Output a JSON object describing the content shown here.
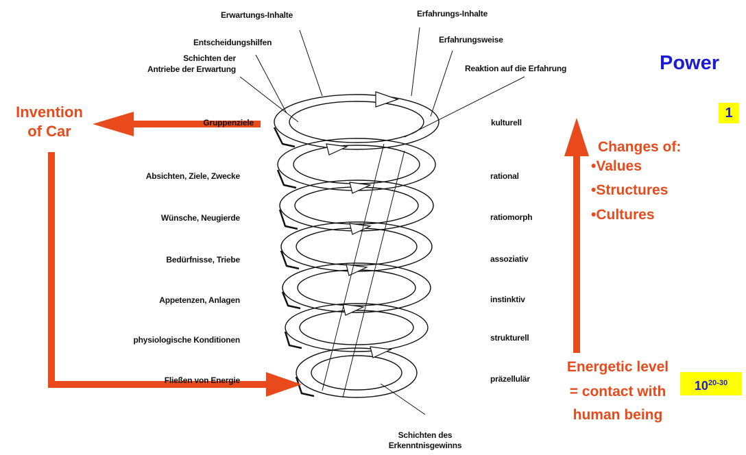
{
  "title": "Power",
  "top_labels": {
    "erwartungs_inhalte": "Erwartungs-Inhalte",
    "erfahrungs_inhalte": "Erfahrungs-Inhalte",
    "entscheidungshilfen": "Entscheidungshilfen",
    "erfahrungsweise": "Erfahrungsweise",
    "schichten_antriebe_line1": "Schichten der",
    "schichten_antriebe_line2": "Antriebe der Erwartung",
    "reaktion": "Reaktion auf die Erfahrung"
  },
  "left_labels": [
    "Gruppenziele",
    "Absichten, Ziele, Zwecke",
    "Wünsche, Neugierde",
    "Bedürfnisse, Triebe",
    "Appetenzen, Anlagen",
    "physiologische Konditionen",
    "Fließen von Energie"
  ],
  "right_labels": [
    "kulturell",
    "rational",
    "ratiomorph",
    "assoziativ",
    "instinktiv",
    "strukturell",
    "präzellulär"
  ],
  "bottom_label_line1": "Schichten des",
  "bottom_label_line2": "Erkenntnisgewinns",
  "invention_line1": "Invention",
  "invention_line2": "of Car",
  "changes": {
    "heading": "Changes of:",
    "items": [
      "•Values",
      "•Structures",
      "•Cultures"
    ]
  },
  "energetic": {
    "line1": "Energetic level",
    "line2": "= contact with",
    "line3": "human being"
  },
  "box_top": "1",
  "box_bottom_base": "10",
  "box_bottom_exp": "20-30",
  "colors": {
    "arrow_red": "#e84a1c",
    "power_blue": "#1b1bd6",
    "box_yellow": "#ffff00"
  }
}
